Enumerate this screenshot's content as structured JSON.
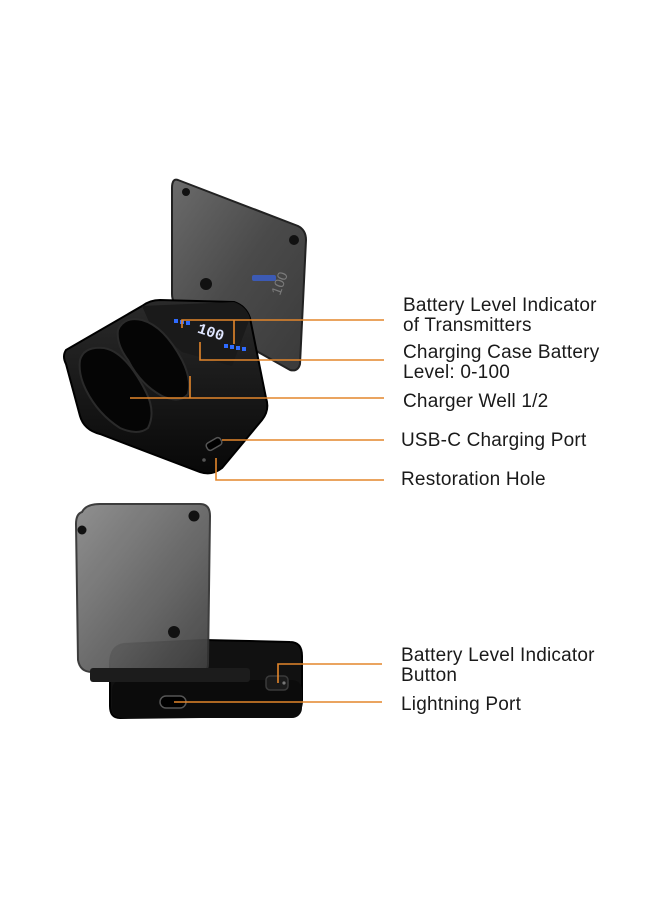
{
  "colors": {
    "leader": "#e3862b",
    "case": "#111111",
    "lid": "#4a4a4a",
    "display": "#2f6bff",
    "text": "#1a1a1a"
  },
  "case_display": {
    "value": "100"
  },
  "callouts": [
    {
      "id": "battery-indicator-transmitters",
      "line1": "Battery Level Indicator",
      "line2": "of Transmitters"
    },
    {
      "id": "case-battery-level",
      "line1": "Charging Case Battery",
      "line2": "Level: 0-100"
    },
    {
      "id": "charger-well",
      "line1": "Charger Well 1/2",
      "line2": ""
    },
    {
      "id": "usb-c-port",
      "line1": "USB-C Charging Port",
      "line2": ""
    },
    {
      "id": "restoration-hole",
      "line1": "Restoration Hole",
      "line2": ""
    },
    {
      "id": "battery-indicator-button",
      "line1": "Battery Level Indicator",
      "line2": "Button"
    },
    {
      "id": "lightning-port",
      "line1": "Lightning Port",
      "line2": ""
    }
  ]
}
